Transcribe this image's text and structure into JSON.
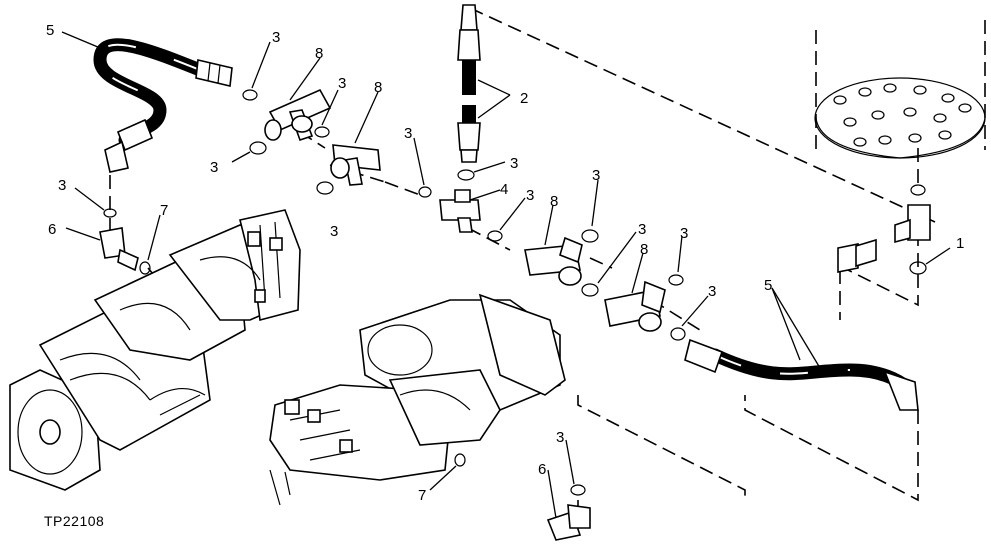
{
  "figure_id": "TP22108",
  "callouts": [
    {
      "id": "c5a",
      "text": "5"
    },
    {
      "id": "c3a",
      "text": "3"
    },
    {
      "id": "c8a",
      "text": "8"
    },
    {
      "id": "c3b",
      "text": "3"
    },
    {
      "id": "c8b",
      "text": "8"
    },
    {
      "id": "c3c",
      "text": "3"
    },
    {
      "id": "c3d",
      "text": "3"
    },
    {
      "id": "c3e",
      "text": "3"
    },
    {
      "id": "c2",
      "text": "2"
    },
    {
      "id": "c3f",
      "text": "3"
    },
    {
      "id": "c4",
      "text": "4"
    },
    {
      "id": "c3g",
      "text": "3"
    },
    {
      "id": "c3h",
      "text": "3"
    },
    {
      "id": "c8c",
      "text": "8"
    },
    {
      "id": "c3i",
      "text": "3"
    },
    {
      "id": "c3j",
      "text": "3"
    },
    {
      "id": "c8d",
      "text": "8"
    },
    {
      "id": "c3k",
      "text": "3"
    },
    {
      "id": "c5b",
      "text": "5"
    },
    {
      "id": "c1",
      "text": "1"
    },
    {
      "id": "c3l",
      "text": "3"
    },
    {
      "id": "c6a",
      "text": "6"
    },
    {
      "id": "c7a",
      "text": "7"
    },
    {
      "id": "c3m",
      "text": "3"
    },
    {
      "id": "c6b",
      "text": "6"
    },
    {
      "id": "c7b",
      "text": "7"
    }
  ]
}
